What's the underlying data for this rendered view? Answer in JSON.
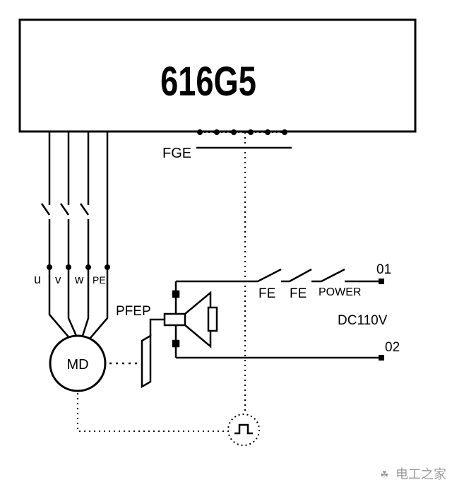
{
  "drive": {
    "model": "616G5"
  },
  "labels": {
    "fge": "FGE",
    "u": "u",
    "v": "v",
    "w": "w",
    "pe": "PE",
    "pfep": "PFEP",
    "motor": "MD",
    "fe1": "FE",
    "fe2": "FE",
    "power": "POWER",
    "dc": "DC110V",
    "out1": "01",
    "out2": "02"
  },
  "watermark": {
    "text": "电工之家"
  },
  "colors": {
    "line": "#000000",
    "watermark": "#9a9a9a"
  }
}
